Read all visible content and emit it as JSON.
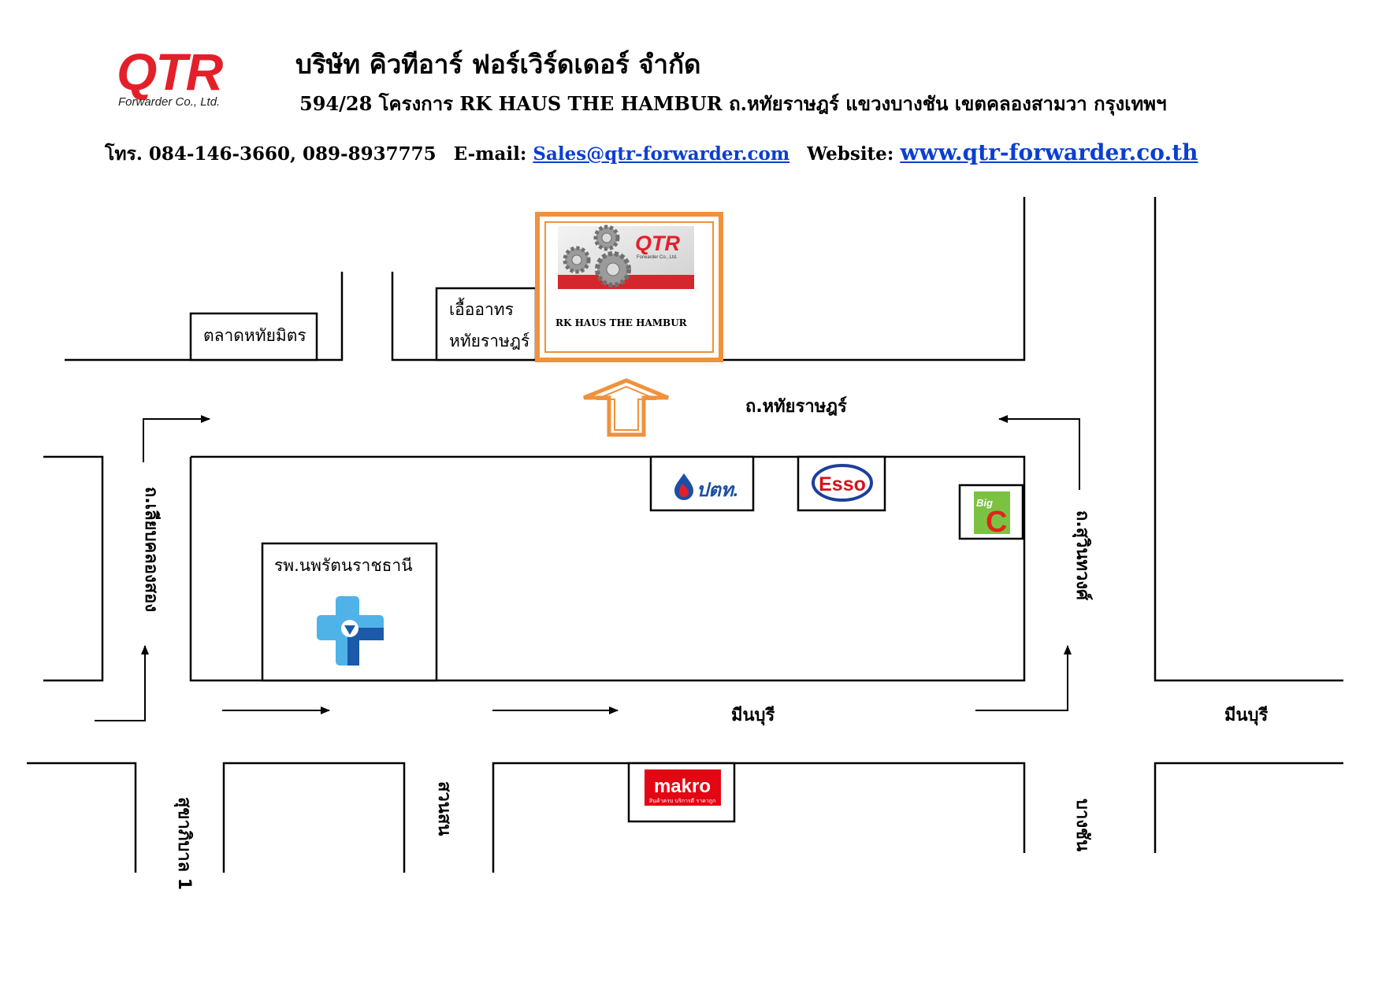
{
  "header": {
    "logo": {
      "wordmark": "QTR",
      "tagline": "Forwarder Co., Ltd.",
      "color": "#e3202a"
    },
    "company_name": "บริษัท คิวทีอาร์ ฟอร์เวิร์ดเดอร์ จำกัด",
    "address": "594/28 โครงการ RK HAUS THE HAMBUR ถ.หทัยราษฎร์ แขวงบางชัน เขตคลองสามวา กรุงเทพฯ",
    "phone_label": "โทร.",
    "phone_numbers": "084-146-3660, 089-8937775",
    "email_label": "E-mail:",
    "email": "Sales@qtr-forwarder.com",
    "website_label": "Website:",
    "website": "www.qtr-forwarder.co.th"
  },
  "map": {
    "destination": {
      "name": "RK HAUS THE HAMBUR",
      "sign_wordmark": "QTR",
      "sign_tagline": "Forwarder Co., Ltd.",
      "highlight_color": "#f0913c",
      "icon": "gear-icon"
    },
    "roads": {
      "hathai_rat": "ถ.หทัยราษฎร์",
      "liap_khlong_song": "ถ.เลียบคลองสอง",
      "suwinthawong": "ถ.สุวินทวงศ์",
      "min_buri_1": "มีนบุรี",
      "min_buri_2": "มีนบุรี",
      "sukhaphiban_1": "สุขาภิบาล 1",
      "suan_son": "สวนสน",
      "bang_chan": "บางชัน"
    },
    "landmarks": {
      "talat_hathai_mit": "ตลาดหทัยมิตร",
      "uea_athon_line1": "เอื้ออาทร",
      "uea_athon_line2": "หทัยราษฎร์",
      "hospital": "รพ.นพรัตนราชธานี",
      "ptt": "ปตท.",
      "esso": "Esso",
      "bigc_line1": "Big",
      "bigc_line2": "C",
      "makro": "makro",
      "makro_tagline": "สินค้าครบ บริการดี ราคาถูก"
    },
    "colors": {
      "ptt_blue": "#1b4fa3",
      "esso_red": "#d4101c",
      "esso_blue": "#1d3f9a",
      "bigc_green": "#7cc242",
      "bigc_red": "#e2231a",
      "makro_red": "#e30613",
      "hospital_light": "#4fb3e8",
      "hospital_dark": "#1a5aa8"
    }
  }
}
